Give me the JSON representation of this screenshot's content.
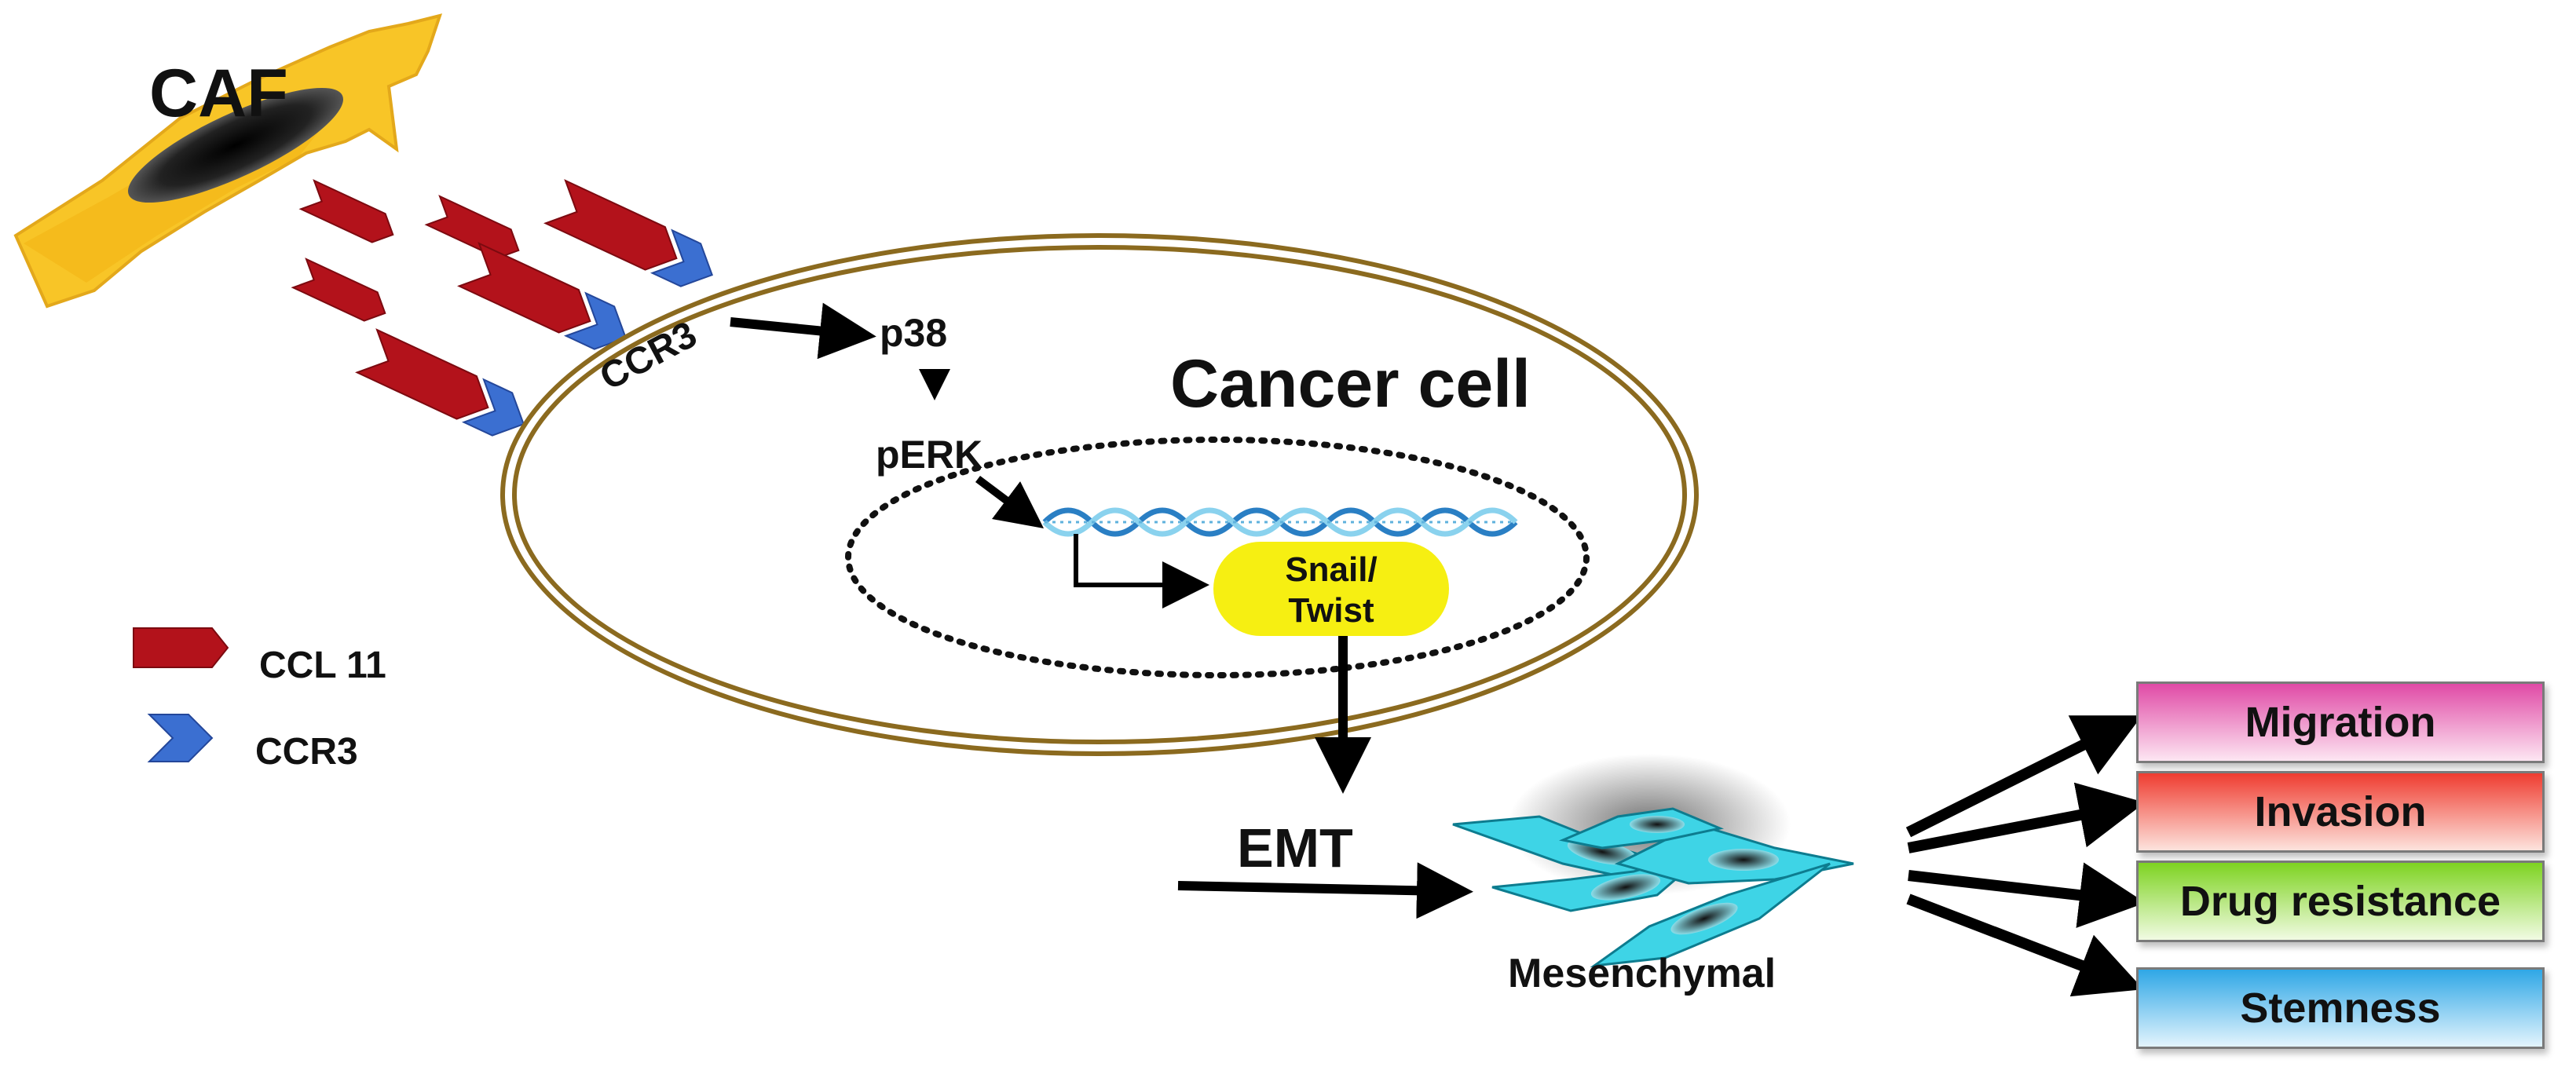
{
  "labels": {
    "caf": "CAF",
    "ccr3_receptor": "CCR3",
    "p38": "p38",
    "perk": "pERK",
    "cancer_cell": "Cancer cell",
    "snail_line1": "Snail/",
    "snail_line2": "Twist",
    "emt": "EMT",
    "mesenchymal": "Mesenchymal"
  },
  "legend": {
    "ccl11": "CCL 11",
    "ccr3": "CCR3"
  },
  "outcomes": [
    {
      "label": "Migration",
      "color_top": "#e04aa6",
      "color_bottom": "#fde6f2"
    },
    {
      "label": "Invasion",
      "color_top": "#ef3c30",
      "color_bottom": "#fde3dd"
    },
    {
      "label": "Drug resistance",
      "color_top": "#7ed321",
      "color_bottom": "#f1fbe3"
    },
    {
      "label": "Stemness",
      "color_top": "#2fa7e6",
      "color_bottom": "#e3f4fd"
    }
  ],
  "colors": {
    "ligand": "#b3121b",
    "receptor": "#3b6fd1",
    "caf": "#f8c21c",
    "membrane": "#8b6a1f",
    "snail": "#f6ef12",
    "mesenchymal_cell": "#3ed4e6"
  }
}
